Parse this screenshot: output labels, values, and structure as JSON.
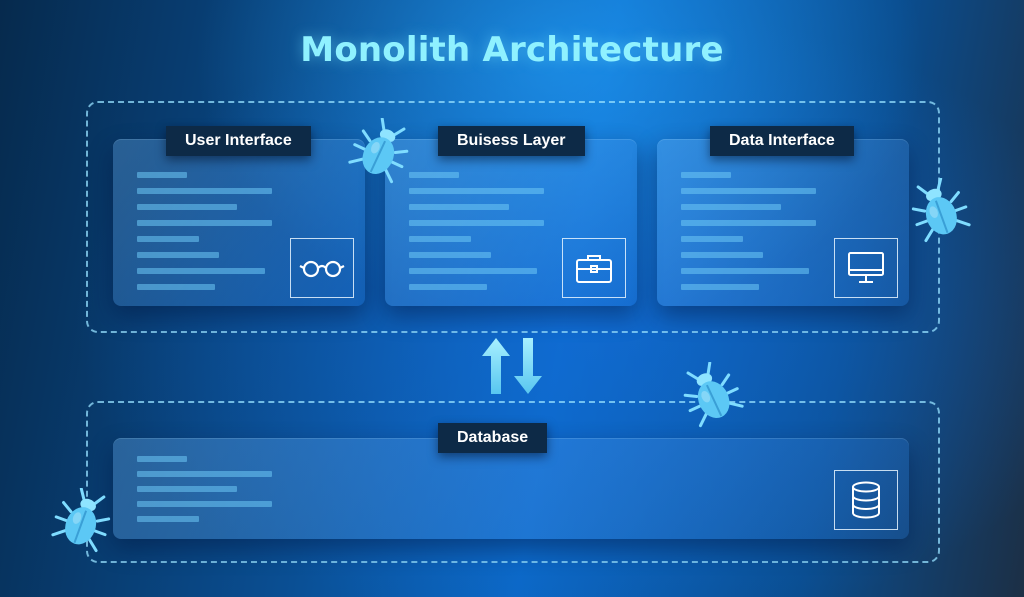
{
  "title": "Monolith Architecture",
  "colors": {
    "title": "#8ff1ff",
    "label_bg": "#0d2a47",
    "accent": "#7fdcff",
    "bug": "#5cc8f5"
  },
  "layers": [
    {
      "label": "User Interface",
      "icon": "glasses-icon"
    },
    {
      "label": "Buisess Layer",
      "icon": "briefcase-icon"
    },
    {
      "label": "Data Interface",
      "icon": "monitor-icon"
    }
  ],
  "database": {
    "label": "Database",
    "icon": "database-icon"
  },
  "connector": {
    "icon": "up-down-arrows-icon"
  },
  "decorations": {
    "bug_icon": "bug-icon",
    "bug_count": 4
  }
}
